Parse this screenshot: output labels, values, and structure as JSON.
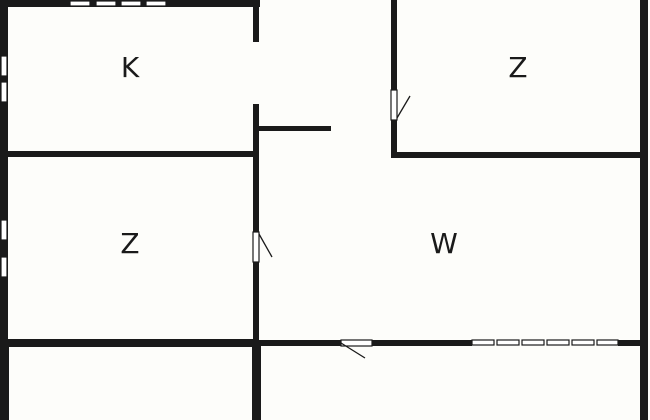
{
  "rooms": {
    "kitchen": "K",
    "room_top_right": "Z",
    "room_left": "Z",
    "living": "W"
  },
  "colors": {
    "wall": "#1a1a1a",
    "floor": "#fdfdfa",
    "window": "#ffffff"
  }
}
